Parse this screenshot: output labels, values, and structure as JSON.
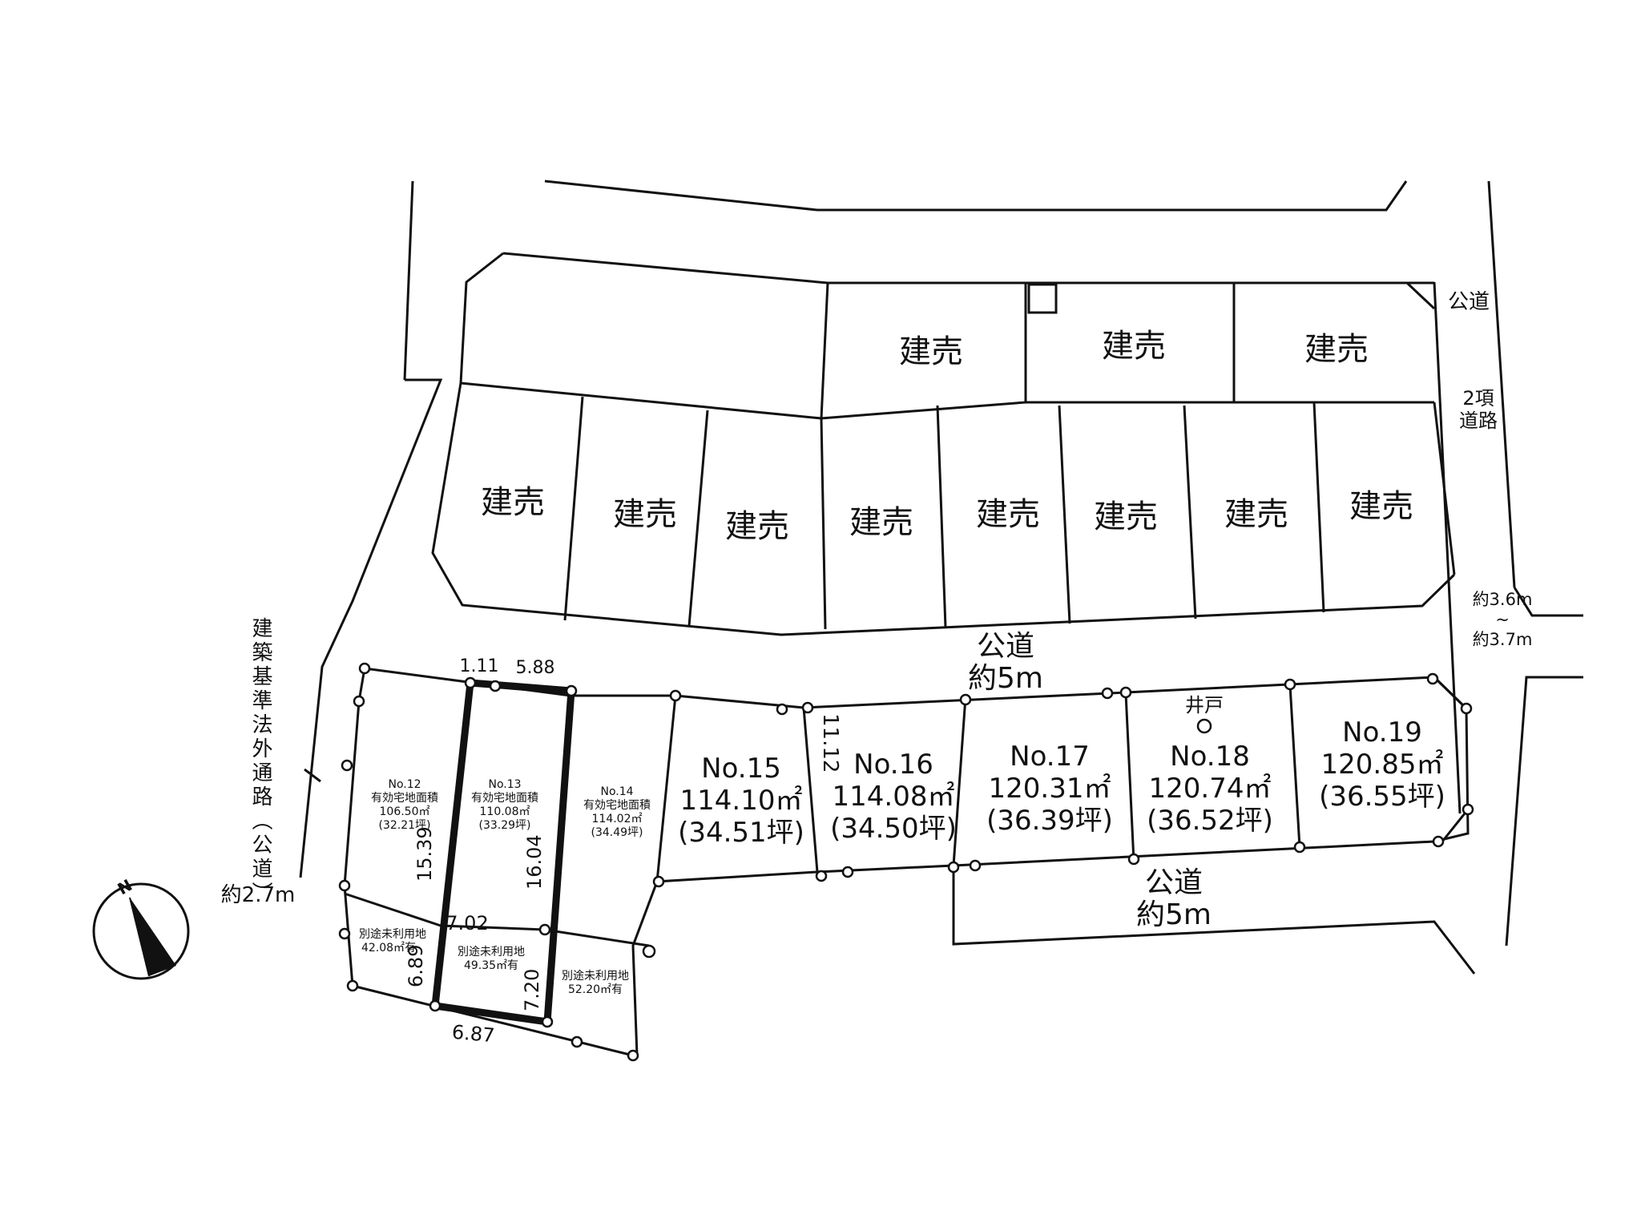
{
  "surroundings": {
    "sold_lot_label": "建売",
    "public_road": "公道",
    "road_width_5m": "約5m",
    "class2_road_line1": "2項",
    "class2_road_line2": "道路",
    "east_road_width_min": "約3.6m",
    "east_road_tilde": "~",
    "east_road_width_max": "約3.7m",
    "west_passage": "建築基準法外通路（公道）",
    "west_passage_width": "約2.7m",
    "well": "井戸",
    "north_mark": "N"
  },
  "lots_front": [
    {
      "no": "No.15",
      "area_m2": "114.10㎡",
      "area_tsubo": "(34.51坪)"
    },
    {
      "no": "No.16",
      "area_m2": "114.08㎡",
      "area_tsubo": "(34.50坪)"
    },
    {
      "no": "No.17",
      "area_m2": "120.31㎡",
      "area_tsubo": "(36.39坪)"
    },
    {
      "no": "No.18",
      "area_m2": "120.74㎡",
      "area_tsubo": "(36.52坪)"
    },
    {
      "no": "No.19",
      "area_m2": "120.85㎡",
      "area_tsubo": "(36.55坪)"
    }
  ],
  "lots_small": [
    {
      "no": "No.12",
      "label": "有効宅地面積",
      "area_m2": "106.50㎡",
      "area_tsubo": "(32.21坪)"
    },
    {
      "no": "No.13",
      "label": "有効宅地面積",
      "area_m2": "110.08㎡",
      "area_tsubo": "(33.29坪)"
    },
    {
      "no": "No.14",
      "label": "有効宅地面積",
      "area_m2": "114.02㎡",
      "area_tsubo": "(34.49坪)"
    }
  ],
  "reserved_land": [
    {
      "label": "別途未利用地",
      "area": "42.08㎡有"
    },
    {
      "label": "別途未利用地",
      "area": "49.35㎡有"
    },
    {
      "label": "別途未利用地",
      "area": "52.20㎡有"
    }
  ],
  "dimensions": {
    "top_a": "1.11",
    "top_b": "5.88",
    "lot16_side": "11.12",
    "lot12_side": "15.39",
    "lot13_side": "16.04",
    "mid_width": "7.02",
    "reserved_left": "6.89",
    "reserved_right": "7.20",
    "bottom_width": "6.87"
  }
}
